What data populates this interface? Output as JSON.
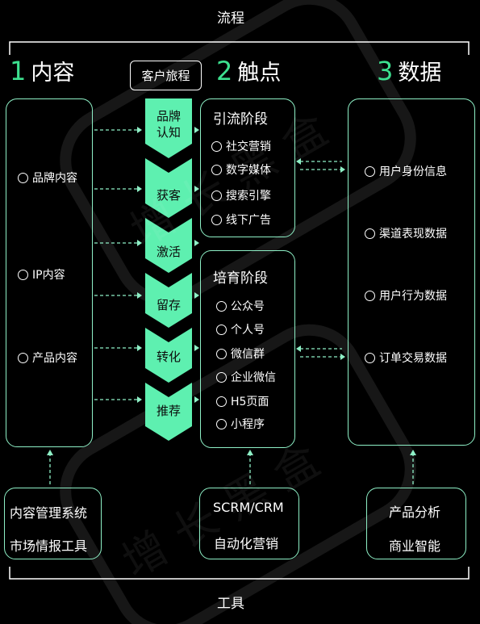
{
  "header": {
    "title": "流程"
  },
  "footer": {
    "title": "工具"
  },
  "columns": {
    "content": {
      "num": "1",
      "label": "内容"
    },
    "touch": {
      "num": "2",
      "label": "触点"
    },
    "data": {
      "num": "3",
      "label": "数据"
    }
  },
  "journey_label": "客户旅程",
  "content_items": [
    "品牌内容",
    "IP内容",
    "产品内容"
  ],
  "journey_steps": [
    "品牌\n认知",
    "获客",
    "激活",
    "留存",
    "转化",
    "推荐"
  ],
  "acquire_stage": {
    "title": "引流阶段",
    "items": [
      "社交营销",
      "数字媒体",
      "搜索引擎",
      "线下广告"
    ]
  },
  "nurture_stage": {
    "title": "培育阶段",
    "items": [
      "公众号",
      "个人号",
      "微信群",
      "企业微信",
      "H5页面",
      "小程序"
    ]
  },
  "data_items": [
    "用户身份信息",
    "渠道表现数据",
    "用户行为数据",
    "订单交易数据"
  ],
  "tools": {
    "content": [
      "内容管理系统",
      "市场情报工具"
    ],
    "touch": [
      "SCRM/CRM",
      "自动化营销"
    ],
    "data": [
      "产品分析",
      "商业智能"
    ]
  },
  "watermark": "增长黑盒",
  "colors": {
    "accent": "#3de08f",
    "border": "#8ef0c6",
    "chevron": "#5ef0b0",
    "background": "#000000"
  }
}
